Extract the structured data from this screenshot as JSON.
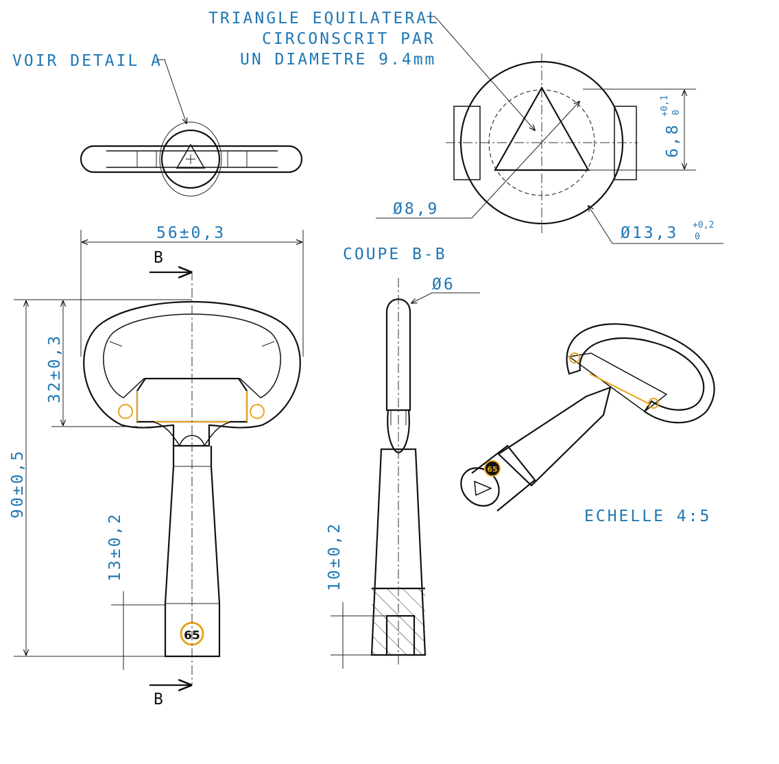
{
  "colors": {
    "text": "#1f77b4",
    "line": "#111111",
    "accent": "#e8a21b",
    "background": "#ffffff"
  },
  "annotations": {
    "triangle_note": [
      "TRIANGLE EQUILATERAL",
      "CIRCONSCRIT PAR",
      "UN DIAMETRE 9.4mm"
    ],
    "detail_ref": "VOIR DETAIL A",
    "section_title": "COUPE B-B",
    "scale": "ECHELLE 4:5",
    "section_mark_top": "B",
    "section_mark_bottom": "B",
    "engraving": "65"
  },
  "dimensions": {
    "width": "56±0,3",
    "height_total": "90±0,5",
    "ring_height": "32±0,3",
    "tip_length": "13±0,2",
    "section_tip": "10±0,2",
    "diameter_rod": "Ø6",
    "diameter_inner": "Ø8,9",
    "diameter_outer_base": "Ø13,3",
    "diameter_outer_tol_upper": "+0,2",
    "diameter_outer_tol_lower": "0",
    "triangle_height_base": "6,8",
    "triangle_height_tol_upper": "+0,1",
    "triangle_height_tol_lower": "0"
  }
}
